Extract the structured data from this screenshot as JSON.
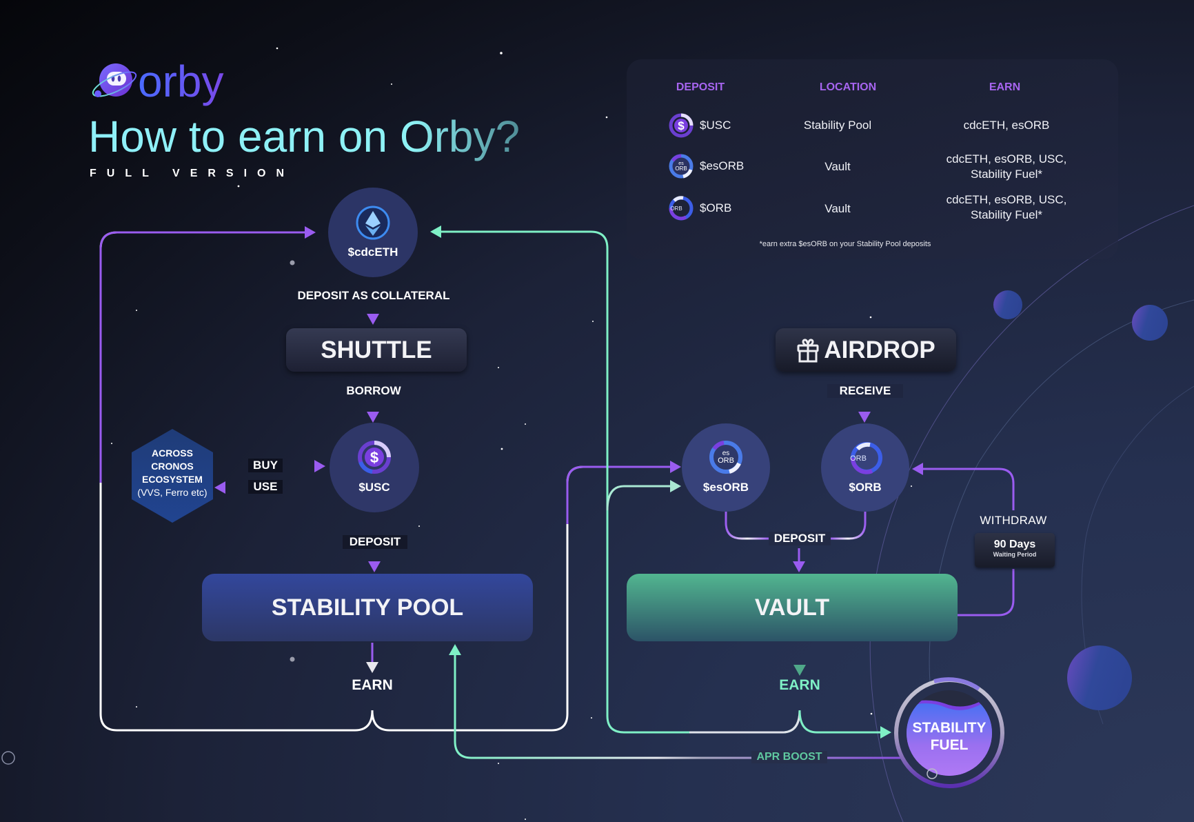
{
  "brand": {
    "logo_text": "orby",
    "logo_icon": "orby-mascot-icon"
  },
  "header": {
    "title": "How to earn on Orby?",
    "subtitle": "FULL VERSION"
  },
  "colors": {
    "purple": "#9a5cf0",
    "green": "#7ff0c6",
    "title_cyan": "#8ff0f8",
    "header_purple": "#a765f0",
    "pool_blue": "#33479c",
    "vault_green": "#52b690"
  },
  "table": {
    "headers": [
      "DEPOSIT",
      "LOCATION",
      "EARN"
    ],
    "rows": [
      {
        "token": "$USC",
        "icon": "usc-coin-icon",
        "location": "Stability Pool",
        "earn_line1": "cdcETH, esORB",
        "earn_line2": ""
      },
      {
        "token": "$esORB",
        "icon": "esorb-coin-icon",
        "location": "Vault",
        "earn_line1": "cdcETH, esORB, USC,",
        "earn_line2": "Stability Fuel*"
      },
      {
        "token": "$ORB",
        "icon": "orb-coin-icon",
        "location": "Vault",
        "earn_line1": "cdcETH, esORB, USC,",
        "earn_line2": "Stability Fuel*"
      }
    ],
    "footnote": "*earn extra $esORB on your Stability Pool deposits"
  },
  "nodes": {
    "cdceth": "$cdcETH",
    "shuttle": "SHUTTLE",
    "usc": "$USC",
    "ecosystem_line1": "ACROSS",
    "ecosystem_line2": "CRONOS",
    "ecosystem_line3": "ECOSYSTEM",
    "ecosystem_line4": "(VVS, Ferro etc)",
    "stability_pool": "STABILITY POOL",
    "airdrop": "AIRDROP",
    "esorb": "$esORB",
    "orb": "$ORB",
    "vault": "VAULT",
    "stability_fuel_line1": "STABILITY",
    "stability_fuel_line2": "FUEL",
    "wait_days": "90 Days",
    "wait_sub": "Waiting Period",
    "esorb_icon_top": "es",
    "esorb_icon_bottom": "ORB",
    "orb_icon_text": "ORB",
    "usc_icon_text": "$"
  },
  "edges": {
    "deposit_collateral": "DEPOSIT AS COLLATERAL",
    "borrow": "BORROW",
    "buy": "BUY",
    "use": "USE",
    "deposit_pool": "DEPOSIT",
    "earn_pool": "EARN",
    "receive": "RECEIVE",
    "deposit_vault": "DEPOSIT",
    "withdraw": "WITHDRAW",
    "earn_vault": "EARN",
    "apr_boost": "APR BOOST"
  }
}
